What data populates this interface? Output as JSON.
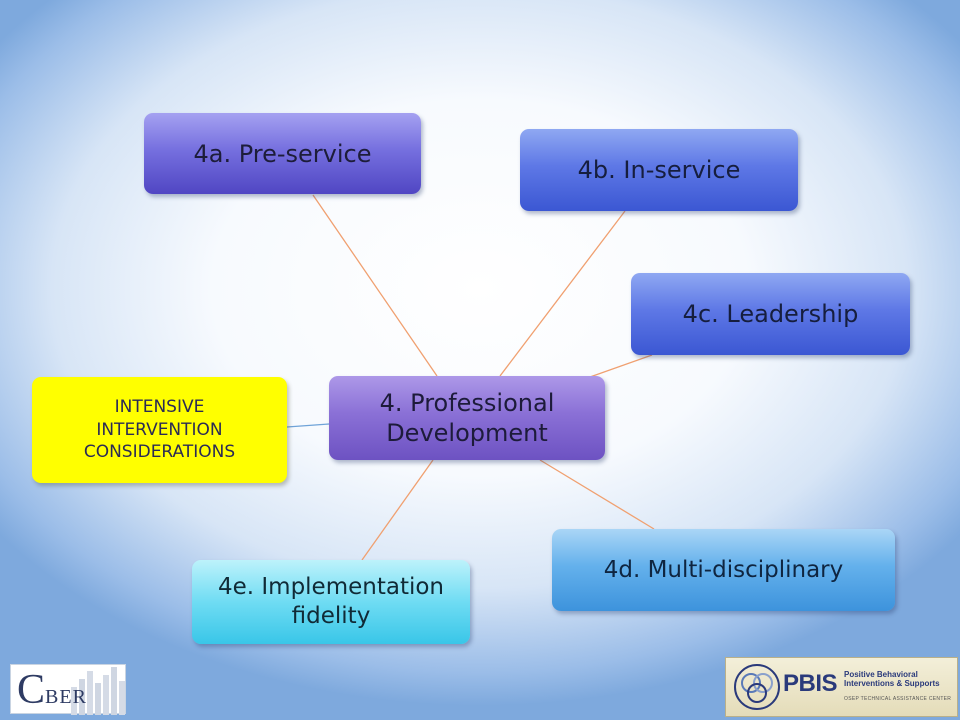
{
  "diagram": {
    "center": {
      "lines": [
        "4. Professional",
        "Development"
      ]
    },
    "nodes": {
      "pre_service": "4a. Pre-service",
      "in_service": "4b. In-service",
      "leadership": "4c. Leadership",
      "multi_disciplinary": "4d. Multi-disciplinary",
      "implementation_fidelity": [
        "4e. Implementation",
        "fidelity"
      ],
      "intensive": [
        "INTENSIVE",
        "INTERVENTION",
        "CONSIDERATIONS"
      ]
    },
    "colors": {
      "connector": "#f0a070",
      "intensive_connector": "#6fa3d8",
      "intensive_fill": "#ffff00"
    }
  },
  "logos": {
    "cber": {
      "big_letter": "C",
      "rest": "BER"
    },
    "pbis": {
      "word": "PBIS",
      "tagline": [
        "Positive Behavioral",
        "Interventions & Supports"
      ],
      "subline": "OSEP TECHNICAL ASSISTANCE CENTER"
    }
  }
}
